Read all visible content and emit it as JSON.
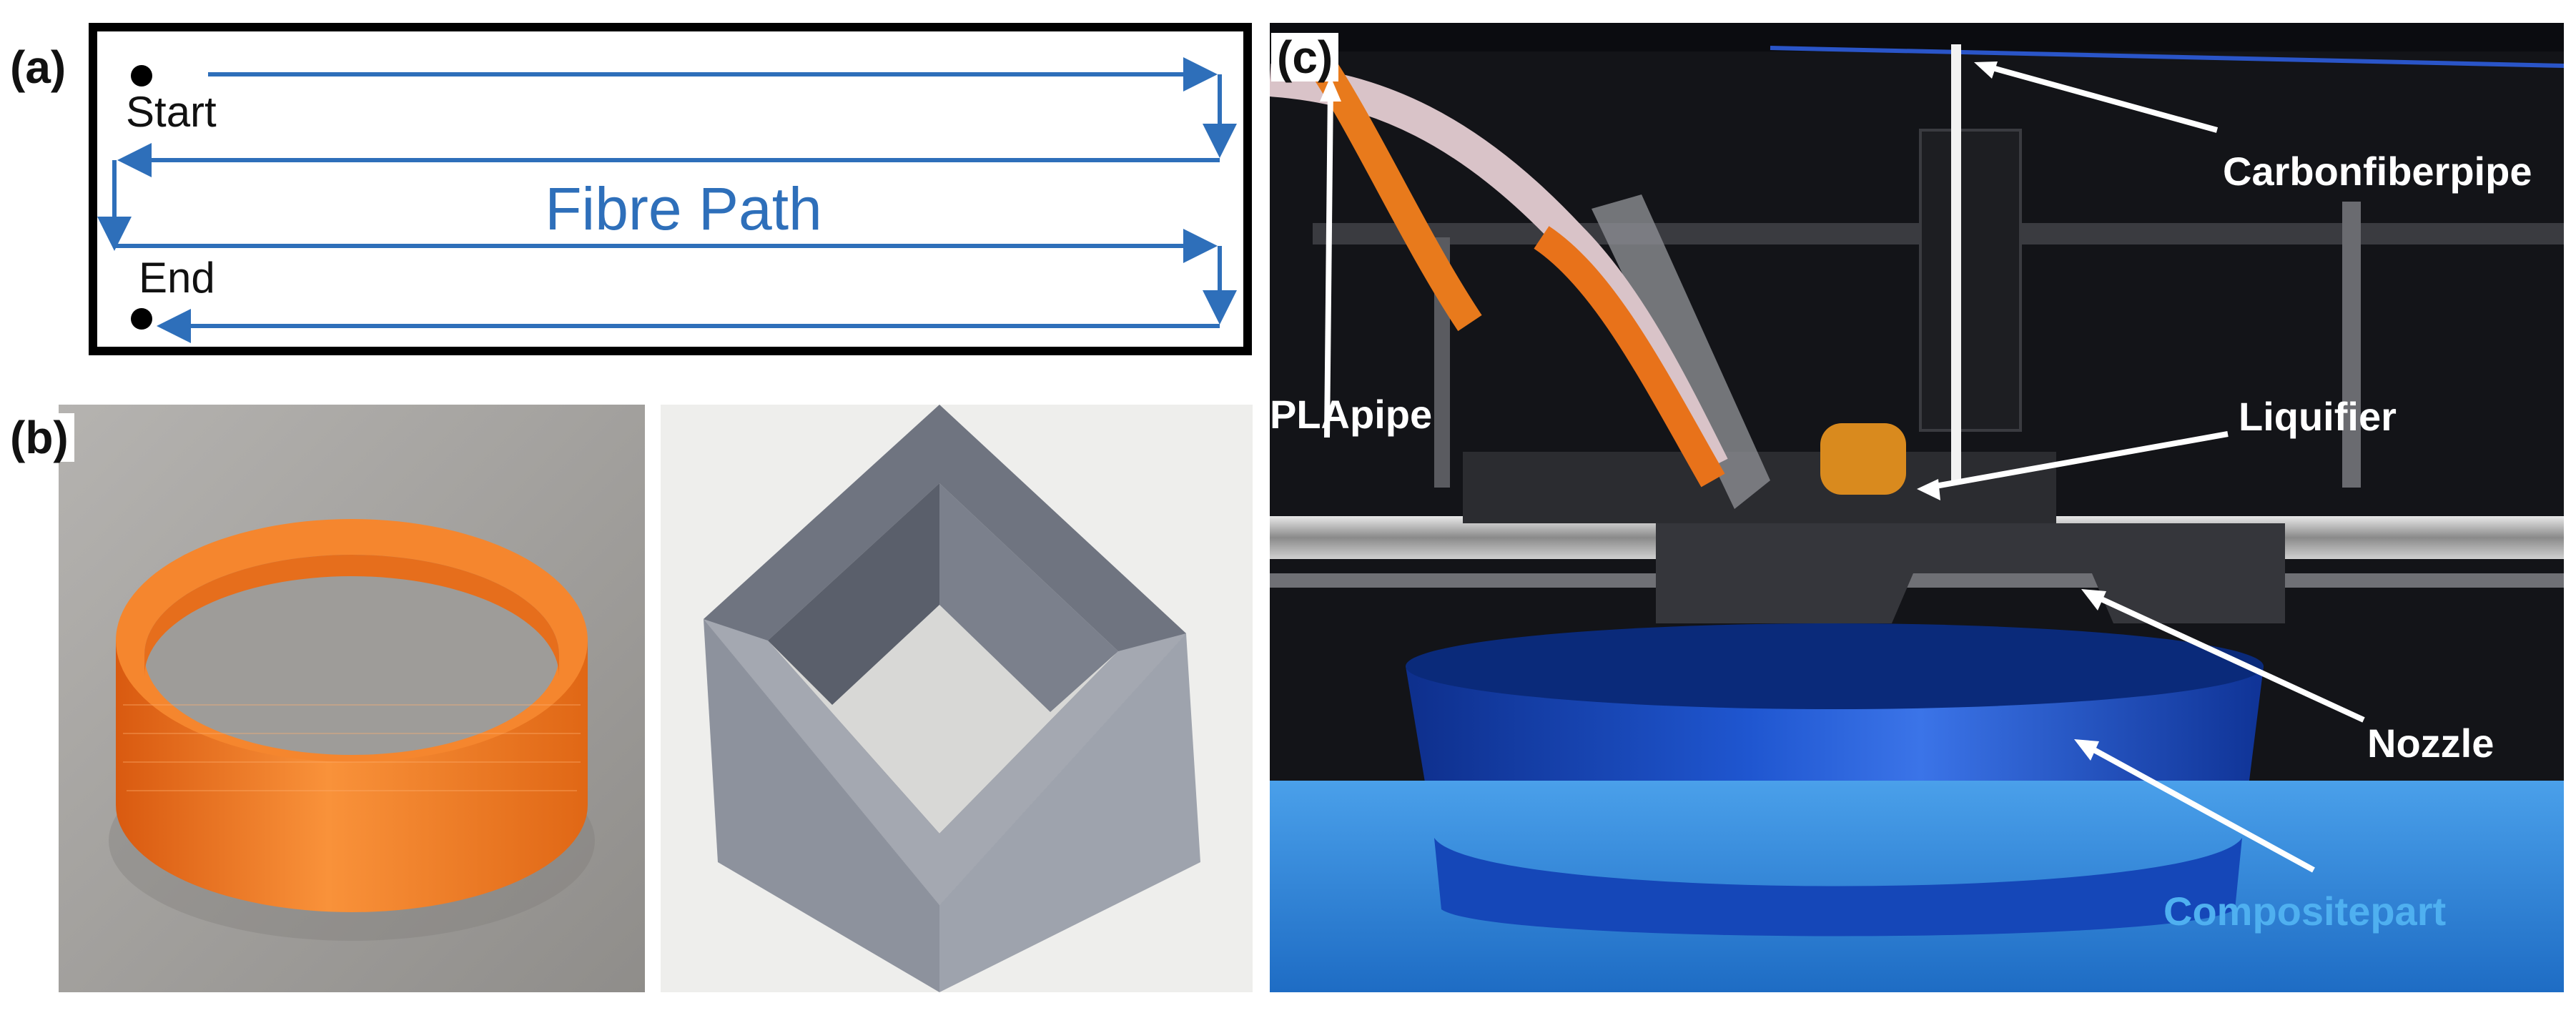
{
  "panels": {
    "a": {
      "label": "(a)",
      "start_label": "Start",
      "end_label": "End",
      "path_label": "Fibre Path",
      "path_color": "#2e6fba"
    },
    "b": {
      "label": "(b)",
      "ring_color": "#f27a22",
      "box_color": "#8a8f99"
    },
    "c": {
      "label": "(c)",
      "callouts": {
        "carbonfiberpipe": "Carbonfiberpipe",
        "plapipe": "PLApipe",
        "liquifier": "Liquifier",
        "nozzle": "Nozzle",
        "compositepart": "Compositepart"
      },
      "part_color": "#1a4fc4",
      "bed_color": "#3a8ee0"
    }
  }
}
